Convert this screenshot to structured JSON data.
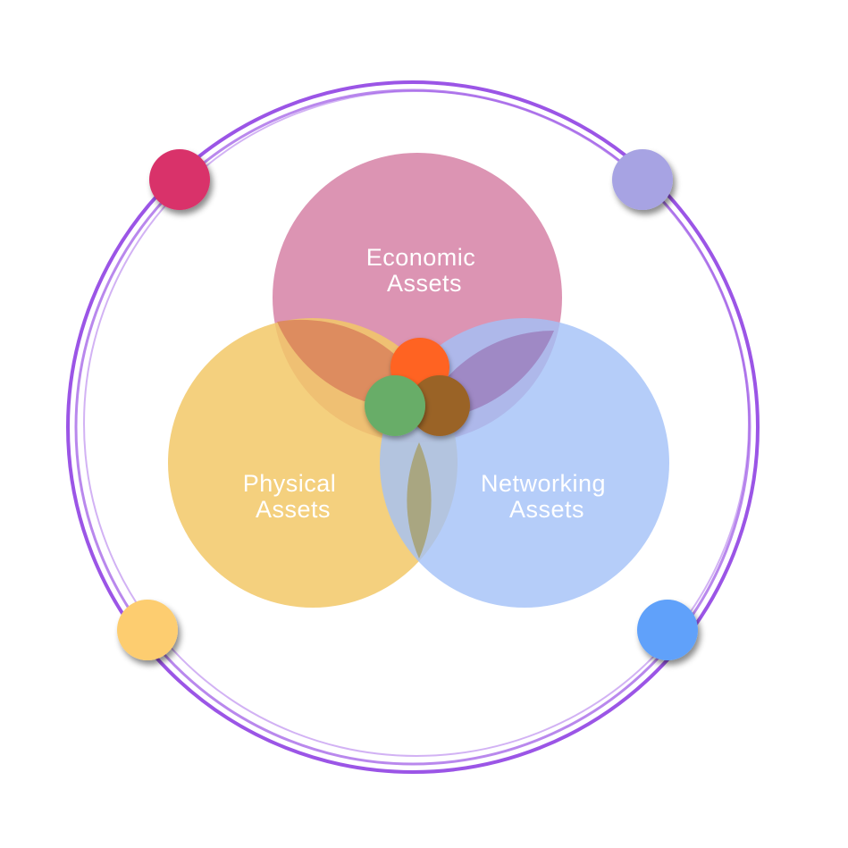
{
  "diagram": {
    "circles": {
      "economic": {
        "line1": "Economic",
        "line2": "Assets",
        "color": "#DC94B3"
      },
      "physical": {
        "line1": "Physical",
        "line2": "Assets",
        "color": "#F2C867"
      },
      "networking": {
        "line1": "Networking",
        "line2": "Assets",
        "color": "#A3C0F7"
      }
    },
    "center_dots": {
      "orange": "#FF6320",
      "green": "#68AD68",
      "brown": "#9A6428"
    },
    "ring_color": "#9B55E6",
    "orbit_dots": {
      "top_left": "#D9306A",
      "top_right": "#A7A3E3",
      "bottom_left": "#FDCD70",
      "bottom_right": "#60A1FA"
    }
  }
}
